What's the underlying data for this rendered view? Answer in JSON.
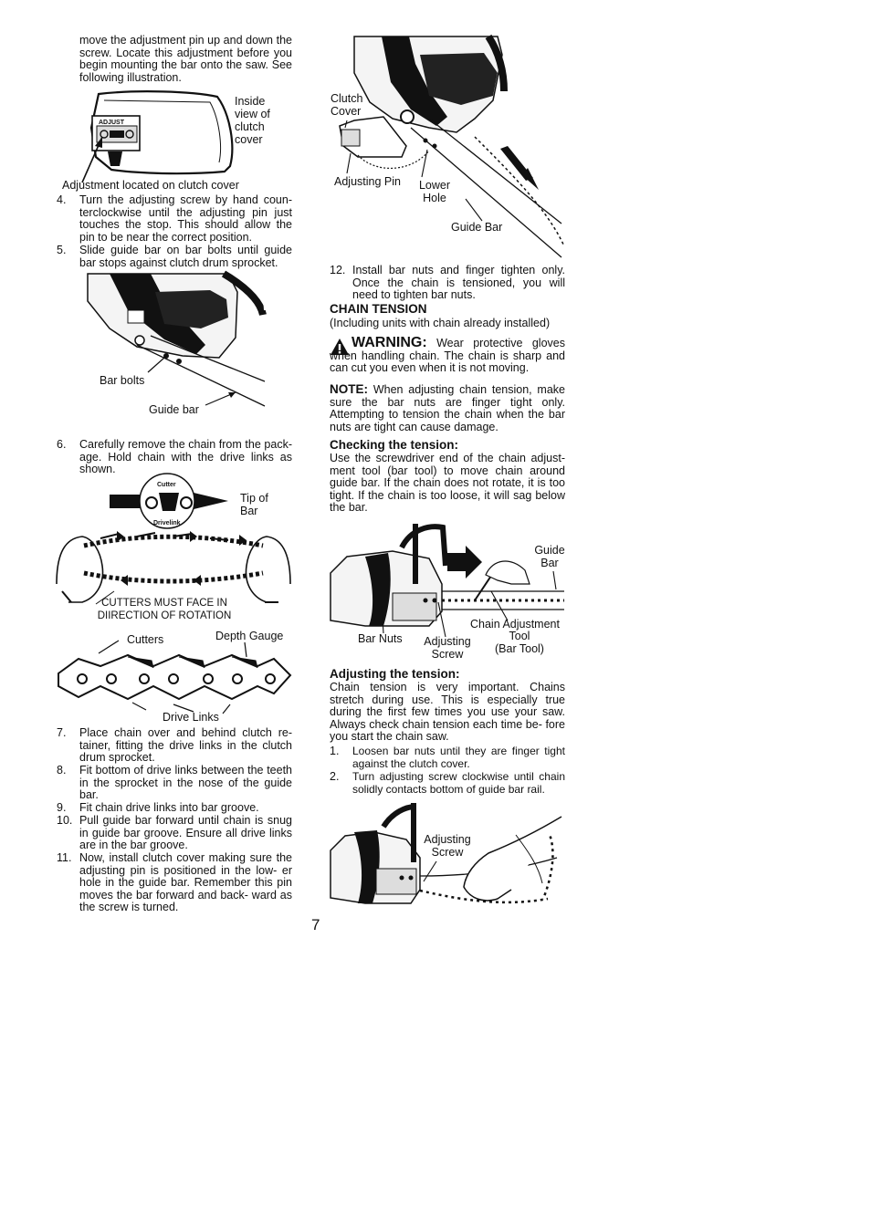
{
  "left": {
    "intro": "move the adjustment pin up and down the screw. Locate this adjustment before you begin mounting the bar onto the saw. See following illustration.",
    "fig1_label_inside": "Inside view of clutch cover",
    "fig1_caption": "Adjustment located on clutch cover",
    "fig1_plate_text": "ADJUST",
    "step4_num": "4.",
    "step4": "Turn the adjusting screw by hand coun- terclockwise until the adjusting pin just touches the stop. This should allow the pin to be near the correct position.",
    "step5_num": "5.",
    "step5": "Slide guide bar on bar bolts until guide bar stops against clutch drum sprocket.",
    "fig2_bar_bolts": "Bar bolts",
    "fig2_guide_bar": "Guide bar",
    "step6_num": "6.",
    "step6": "Carefully remove the chain from the pack- age. Hold chain with the drive links as shown.",
    "fig3_cutter": "Cutter",
    "fig3_drivelink": "Drivelink",
    "fig3_tip": "Tip of Bar",
    "fig3_caption_line1": "CUTTERS MUST FACE IN",
    "fig3_caption_line2": "DIIRECTION OF ROTATION",
    "fig4_cutters": "Cutters",
    "fig4_depth_gauge": "Depth Gauge",
    "fig4_drive_links": "Drive Links",
    "step7_num": "7.",
    "step7": "Place chain over and behind clutch re- tainer, fitting the drive links in the clutch drum sprocket.",
    "step8_num": "8.",
    "step8": "Fit bottom of drive links between the teeth in the sprocket in the nose of the guide bar.",
    "step9_num": "9.",
    "step9": "Fit chain drive links into bar groove.",
    "step10_num": "10.",
    "step10": "Pull guide bar forward until chain is snug in guide bar groove. Ensure all drive links are in the bar groove.",
    "step11_num": "11.",
    "step11": "Now, install clutch cover making sure the adjusting pin is positioned in the low- er hole in the guide bar. Remember this pin moves the bar forward and back- ward as the screw is turned."
  },
  "right": {
    "fig5_clutch_cover": "Clutch Cover",
    "fig5_adjusting_pin": "Adjusting Pin",
    "fig5_lower_hole": "Lower Hole",
    "fig5_guide_bar": "Guide Bar",
    "step12_num": "12.",
    "step12": "Install bar nuts and finger tighten only. Once the chain is tensioned, you will need to tighten bar nuts.",
    "chain_tension_heading": "CHAIN TENSION",
    "chain_tension_sub": "(Including units with chain already installed)",
    "warning_label": "WARNING:",
    "warning_text": "Wear protective gloves when handling chain. The chain is sharp and can cut you even when it is not moving.",
    "note_label": "NOTE:",
    "note_text": "When adjusting chain tension, make sure the bar nuts are finger tight only. Attempting to tension the chain when the bar nuts are tight can cause damage.",
    "checking_heading": "Checking the tension:",
    "checking_text": "Use the screwdriver end of the chain adjust- ment tool (bar tool) to move chain around guide bar. If the chain does not rotate, it is too tight. If the chain is too loose, it will sag below the bar.",
    "fig6_guide_bar": "Guide Bar",
    "fig6_bar_nuts": "Bar Nuts",
    "fig6_adjusting_screw": "Adjusting Screw",
    "fig6_tool_line1": "Chain Adjustment",
    "fig6_tool_line2": "Tool",
    "fig6_tool_line3": "(Bar Tool)",
    "adjusting_heading": "Adjusting the tension:",
    "adjusting_text": "Chain tension is very important. Chains stretch during use. This is especially true during the first few times you use your saw. Always check chain tension each time be- fore you start the chain saw.",
    "adj1_num": "1.",
    "adj1": "Loosen bar nuts until they are finger tight against the clutch cover.",
    "adj2_num": "2.",
    "adj2": "Turn adjusting screw clockwise until chain solidly contacts bottom of guide bar rail.",
    "fig7_adjusting_screw": "Adjusting Screw"
  },
  "page_number": "7"
}
